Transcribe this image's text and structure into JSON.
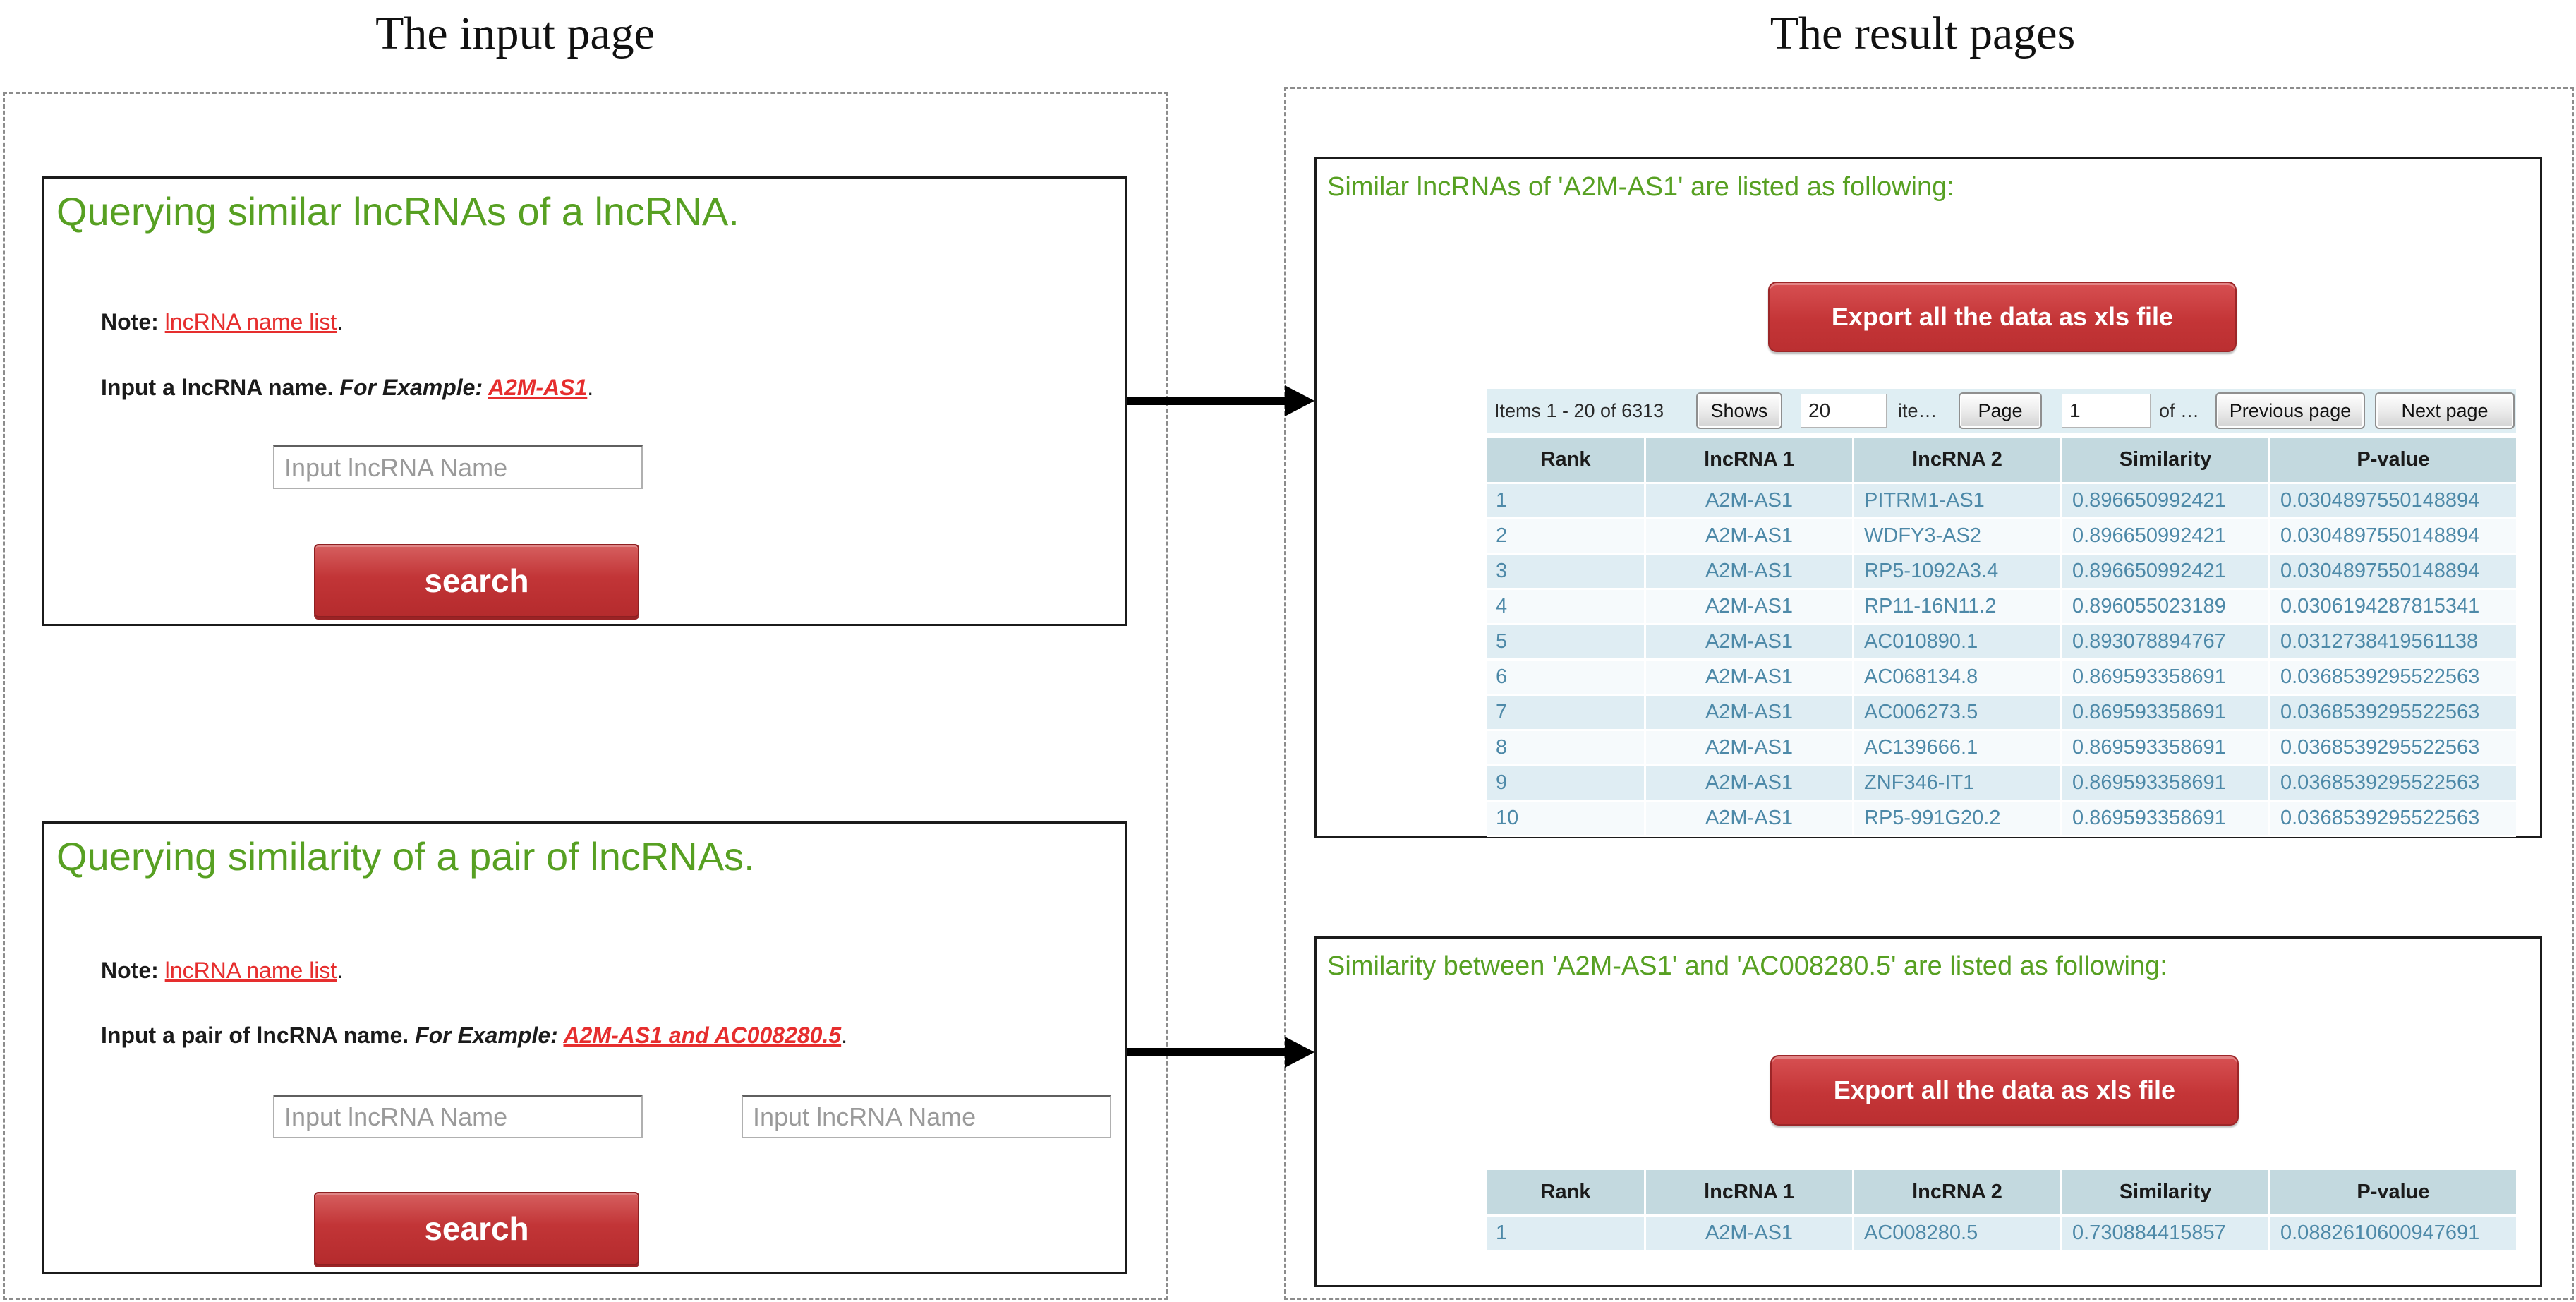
{
  "figure": {
    "left_title": "The input page",
    "right_title": "The result pages"
  },
  "colors": {
    "heading_green": "#57a022",
    "link_red": "#e62e2e",
    "button_red": "#c23537",
    "table_header_bg": "#c3d9df",
    "row_odd_bg": "#dfedf3",
    "row_even_bg": "#f6fafc",
    "cell_text": "#4d89a8",
    "pagebar_bg": "#dfeef3"
  },
  "input_page": {
    "query_similar": {
      "heading": "Querying similar lncRNAs of a lncRNA.",
      "note_label": "Note: ",
      "note_link": "lncRNA name list",
      "note_period": ".",
      "input_label": "Input a lncRNA name. ",
      "example_label": "For Example: ",
      "example_link": "A2M-AS1",
      "example_period": ".",
      "input_placeholder": "Input lncRNA Name",
      "search_label": "search"
    },
    "query_pair": {
      "heading": "Querying similarity of a pair of lncRNAs.",
      "note_label": "Note: ",
      "note_link": "lncRNA name list",
      "note_period": ".",
      "input_label": "Input a pair of lncRNA name. ",
      "example_label": "For Example: ",
      "example_link": "A2M-AS1 and AC008280.5",
      "example_period": ".",
      "input_placeholder_1": "Input lncRNA Name",
      "input_placeholder_2": "Input lncRNA Name",
      "search_label": "search"
    }
  },
  "result_pages": {
    "similar": {
      "heading": "Similar lncRNAs of 'A2M-AS1' are listed as following:",
      "export_label": "Export all the data as xls file",
      "pagination": {
        "items_text": "Items 1 - 20 of 6313",
        "shows_label": "Shows",
        "page_size_value": "20",
        "items_suffix": "ite…",
        "page_label": "Page",
        "page_value": "1",
        "of_text": "of …",
        "prev_label": "Previous page",
        "next_label": "Next page"
      },
      "table": {
        "headers": [
          "Rank",
          "lncRNA 1",
          "lncRNA 2",
          "Similarity",
          "P-value"
        ],
        "rows": [
          [
            "1",
            "A2M-AS1",
            "PITRM1-AS1",
            "0.896650992421",
            "0.0304897550148894"
          ],
          [
            "2",
            "A2M-AS1",
            "WDFY3-AS2",
            "0.896650992421",
            "0.0304897550148894"
          ],
          [
            "3",
            "A2M-AS1",
            "RP5-1092A3.4",
            "0.896650992421",
            "0.0304897550148894"
          ],
          [
            "4",
            "A2M-AS1",
            "RP11-16N11.2",
            "0.896055023189",
            "0.0306194287815341"
          ],
          [
            "5",
            "A2M-AS1",
            "AC010890.1",
            "0.893078894767",
            "0.0312738419561138"
          ],
          [
            "6",
            "A2M-AS1",
            "AC068134.8",
            "0.869593358691",
            "0.0368539295522563"
          ],
          [
            "7",
            "A2M-AS1",
            "AC006273.5",
            "0.869593358691",
            "0.0368539295522563"
          ],
          [
            "8",
            "A2M-AS1",
            "AC139666.1",
            "0.869593358691",
            "0.0368539295522563"
          ],
          [
            "9",
            "A2M-AS1",
            "ZNF346-IT1",
            "0.869593358691",
            "0.0368539295522563"
          ],
          [
            "10",
            "A2M-AS1",
            "RP5-991G20.2",
            "0.869593358691",
            "0.0368539295522563"
          ]
        ]
      }
    },
    "pair": {
      "heading": "Similarity between 'A2M-AS1' and 'AC008280.5' are listed as following:",
      "export_label": "Export all the data as xls file",
      "table": {
        "headers": [
          "Rank",
          "lncRNA 1",
          "lncRNA 2",
          "Similarity",
          "P-value"
        ],
        "rows": [
          [
            "1",
            "A2M-AS1",
            "AC008280.5",
            "0.730884415857",
            "0.0882610600947691"
          ]
        ]
      }
    }
  }
}
